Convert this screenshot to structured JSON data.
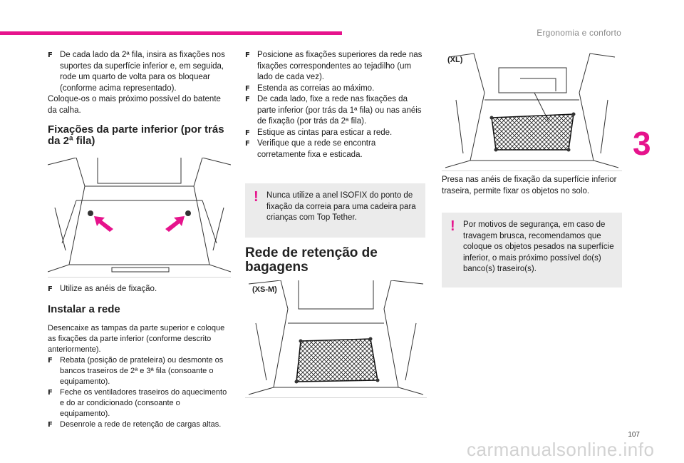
{
  "header": {
    "section_title": "Ergonomia e conforto",
    "chapter": "3",
    "page_number": "107"
  },
  "col1": {
    "intro_bullet": "De cada lado da 2ª fila, insira as fixações nos suportes da superfície inferior e, em seguida, rode um quarto de volta para os bloquear (conforme acima representado).",
    "intro_para": "Coloque-os o mais próximo possível do batente da calha.",
    "heading_lower": "Fixações da parte inferior (por trás da 2ª fila)",
    "fig1_bullet": "Utilize as anéis de fixação.",
    "heading_install": "Instalar a rede",
    "install_para": "Desencaixe as tampas da parte superior e coloque as fixações da parte inferior (conforme descrito anteriormente).",
    "install_bullets": [
      "Rebata (posição de prateleira) ou desmonte os bancos traseiros de 2ª e 3ª fila (consoante o equipamento).",
      "Feche os ventiladores traseiros do aquecimento e do ar condicionado (consoante o equipamento).",
      "Desenrole a rede de retenção de cargas altas."
    ]
  },
  "col2": {
    "bullets": [
      "Posicione as fixações superiores da rede nas fixações correspondentes ao tejadilho (um lado de cada vez).",
      "Estenda as correias ao máximo.",
      "De cada lado, fixe a rede nas fixações da parte inferior (por trás da 1ª fila) ou nas anéis de fixação (por trás da 2ª fila).",
      "Estique as cintas para esticar a rede.",
      "Verifique que a rede se encontra corretamente fixa e esticada."
    ],
    "warning": "Nunca utilize a anel ISOFIX do ponto de fixação da correia para uma cadeira para crianças com Top Tether.",
    "heading_net": "Rede de retenção de bagagens",
    "fig_label": "(XS-M)"
  },
  "col3": {
    "fig_label": "(XL)",
    "caption": "Presa nas anéis de fixação da superfície inferior traseira, permite fixar os objetos no solo.",
    "warning": "Por motivos de segurança, em caso de travagem brusca, recomendamos que coloque os objetos pesados na superfície inferior, o mais próximo possível do(s) banco(s) traseiro(s)."
  },
  "warning_mark": "!",
  "watermark": "carmanualsonline.info",
  "colors": {
    "accent": "#e6138c",
    "warning_bg": "#ebebeb"
  }
}
